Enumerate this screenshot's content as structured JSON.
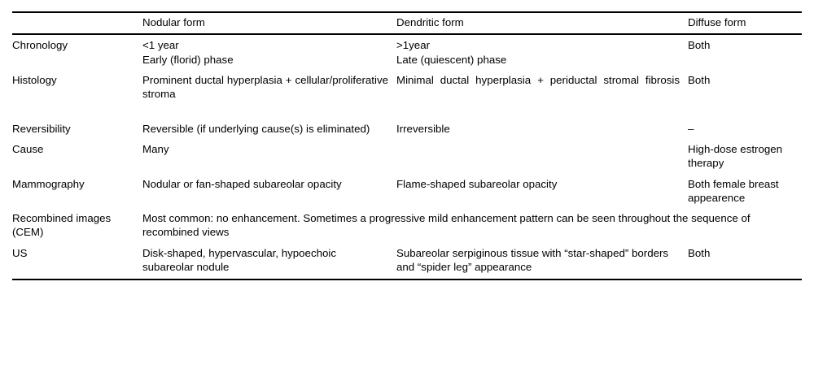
{
  "table": {
    "columns": [
      "",
      "Nodular form",
      "Dendritic form",
      "Diffuse form"
    ],
    "rows": [
      {
        "label": "Chronology",
        "nodular": "<1 year\nEarly (florid) phase",
        "dendritic": ">1year\nLate (quiescent) phase",
        "diffuse": "Both",
        "span": false
      },
      {
        "label": "Histology",
        "nodular": "Prominent ductal hyperplasia + cellular/proliferative stroma",
        "dendritic": "Minimal ductal hyperplasia + periductal stromal fibrosis",
        "diffuse": "Both",
        "span": false
      },
      {
        "label": "Reversibility",
        "nodular": "Reversible (if underlying cause(s) is eliminated)",
        "dendritic": "Irreversible",
        "diffuse": "–",
        "span": false
      },
      {
        "label": "Cause",
        "nodular": "Many",
        "dendritic": "",
        "diffuse": "High-dose estrogen therapy",
        "span": false
      },
      {
        "label": "Mammography",
        "nodular": "Nodular or fan-shaped subareolar opacity",
        "dendritic": "Flame-shaped subareolar opacity",
        "diffuse": "Both female breast appearence",
        "span": false
      },
      {
        "label": "Recombined images (CEM)",
        "spanned_text": "Most common: no enhancement. Sometimes a progressive mild enhancement pattern can be seen throughout the sequence of recombined views",
        "span": true
      },
      {
        "label": "US",
        "nodular": "Disk-shaped, hypervascular, hypoechoic subareolar nodule",
        "dendritic": "Subareolar serpiginous tissue with “star-shaped” borders and “spider leg” appearance",
        "diffuse": "Both",
        "span": false
      }
    ]
  }
}
